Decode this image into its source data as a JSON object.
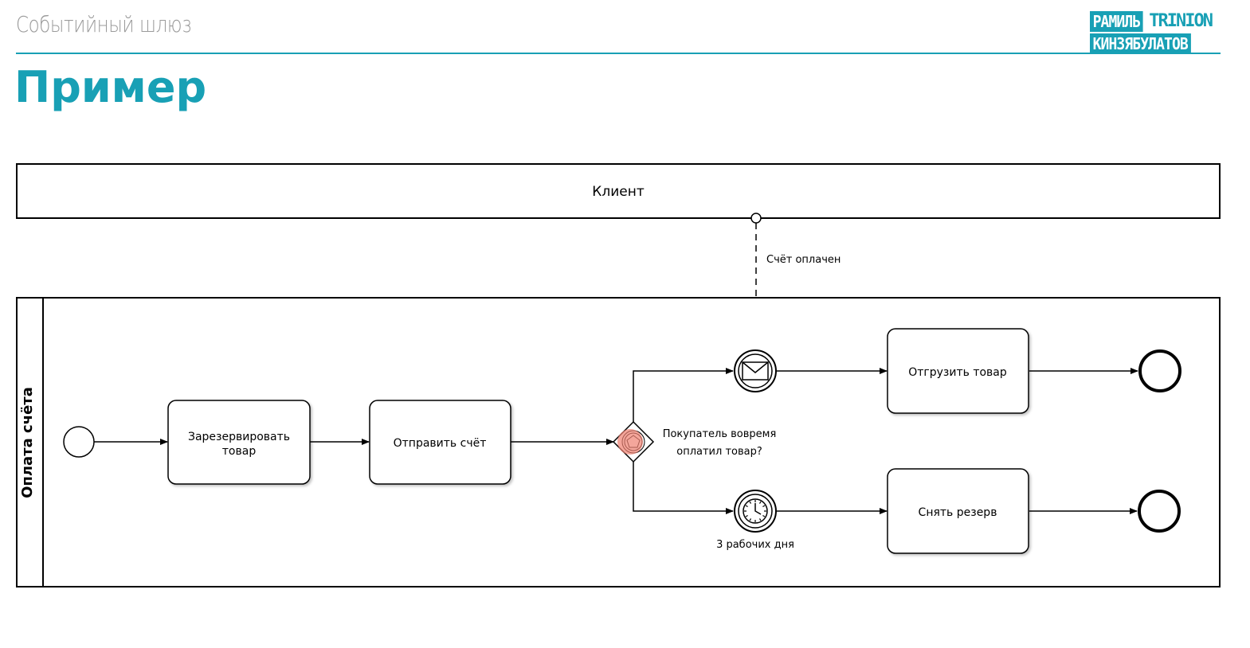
{
  "header": {
    "subtitle": "Событийный шлюз",
    "title": "Пример",
    "logo": {
      "line1_boxed": "РАМИЛЬ",
      "line1_plain": "TRINION",
      "line2_boxed": "КИНЗЯБУЛАТОВ"
    }
  },
  "diagram": {
    "pool_client": "Клиент",
    "pool_process": "Оплата счёта",
    "message_flow_label": "Счёт оплачен",
    "tasks": {
      "reserve": [
        "Зарезервировать",
        "товар"
      ],
      "send_invoice": "Отправить счёт",
      "ship": "Отгрузить товар",
      "cancel": "Снять резерв"
    },
    "gateway_label": [
      "Покупатель вовремя",
      "оплатил товар?"
    ],
    "timer_label": "3 рабочих дня"
  },
  "colors": {
    "accent": "#18a0b5",
    "highlight": "#f08070"
  }
}
